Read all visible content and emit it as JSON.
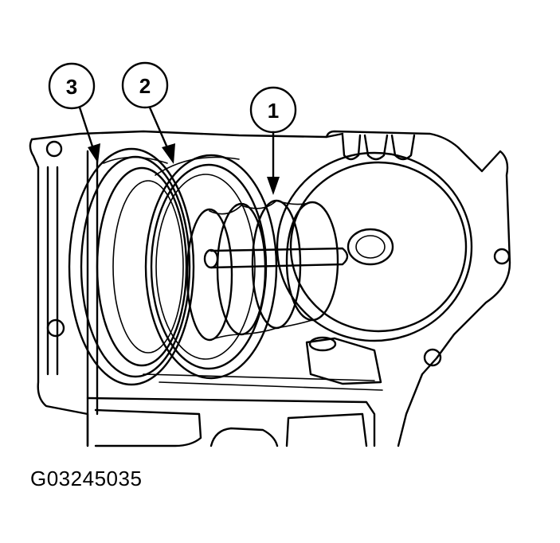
{
  "figure_id": "G03245035",
  "callouts": [
    {
      "label": "1"
    },
    {
      "label": "2"
    },
    {
      "label": "3"
    }
  ]
}
